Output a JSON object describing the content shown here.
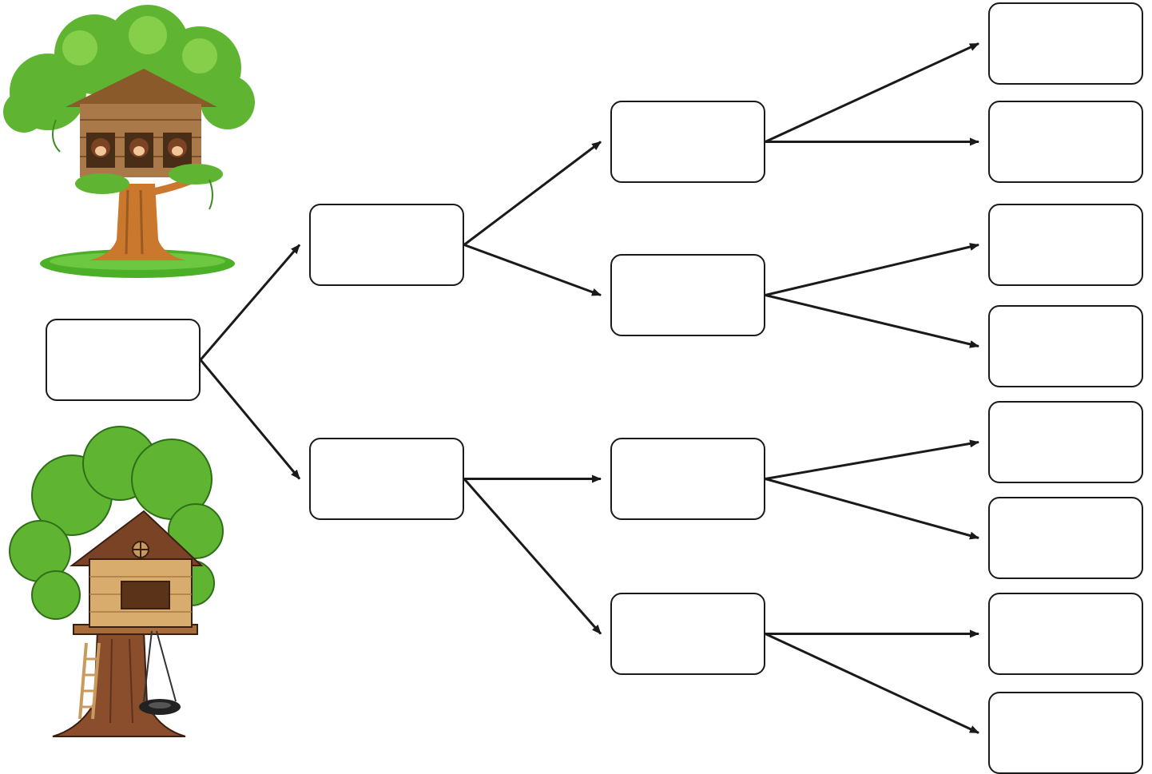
{
  "diagram": {
    "type": "tree-diagram",
    "colors": {
      "stroke": "#1a1a1a",
      "box_fill": "#ffffff",
      "leaf_green": "#5fb531",
      "leaf_dark": "#3d8a22",
      "trunk_brown": "#b86a2a",
      "wood_tan": "#c89a5e",
      "grass": "#4caf28"
    },
    "icons": [
      "monkey-treehouse-illustration",
      "cartoon-treehouse-illustration"
    ],
    "boxes": [
      {
        "id": "root",
        "text": ""
      },
      {
        "id": "l1a",
        "text": ""
      },
      {
        "id": "l1b",
        "text": ""
      },
      {
        "id": "l2a",
        "text": ""
      },
      {
        "id": "l2b",
        "text": ""
      },
      {
        "id": "l2c",
        "text": ""
      },
      {
        "id": "l2d",
        "text": ""
      },
      {
        "id": "l3a",
        "text": ""
      },
      {
        "id": "l3b",
        "text": ""
      },
      {
        "id": "l3c",
        "text": ""
      },
      {
        "id": "l3d",
        "text": ""
      },
      {
        "id": "l3e",
        "text": ""
      },
      {
        "id": "l3f",
        "text": ""
      },
      {
        "id": "l3g",
        "text": ""
      },
      {
        "id": "l3h",
        "text": ""
      }
    ],
    "edges": [
      [
        "root",
        "l1a"
      ],
      [
        "root",
        "l1b"
      ],
      [
        "l1a",
        "l2a"
      ],
      [
        "l1a",
        "l2b"
      ],
      [
        "l1b",
        "l2c"
      ],
      [
        "l1b",
        "l2d"
      ],
      [
        "l2a",
        "l3a"
      ],
      [
        "l2a",
        "l3b"
      ],
      [
        "l2b",
        "l3c"
      ],
      [
        "l2b",
        "l3d"
      ],
      [
        "l2c",
        "l3e"
      ],
      [
        "l2c",
        "l3f"
      ],
      [
        "l2d",
        "l3g"
      ],
      [
        "l2d",
        "l3h"
      ]
    ]
  }
}
